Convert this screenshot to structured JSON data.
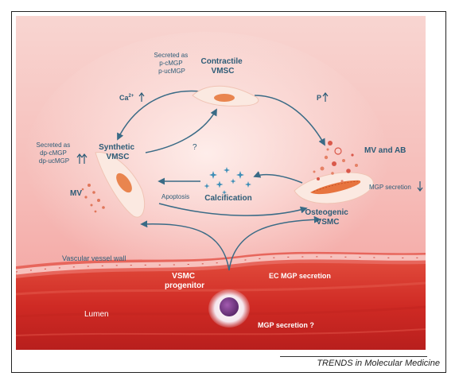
{
  "labels": {
    "contractile": [
      "Contractile",
      "VMSC"
    ],
    "secreted_top": [
      "Secreted as",
      "p-cMGP",
      "p-ucMGP"
    ],
    "ca": "Ca",
    "ca_sup": "2+",
    "p": "P",
    "synthetic": [
      "Synthetic",
      "VMSC"
    ],
    "secreted_left": [
      "Secreted as",
      "dp-cMGP",
      "dp-ucMGP"
    ],
    "question": "?",
    "mv": "MV",
    "mv_ab": "MV and AB",
    "mgp_secretion": "MGP secretion",
    "apoptosis": "Apoptosis",
    "calcification": "Calcification",
    "osteogenic": [
      "Osteogenic",
      "VSMC"
    ],
    "vessel_wall": "Vascular vessel wall",
    "progenitor": [
      "VSMC",
      "progenitor"
    ],
    "ec_mgp": "EC MGP secretion",
    "lumen": "Lumen",
    "mgp_secretion_q": "MGP secretion ?"
  },
  "source": "TRENDS in Molecular Medicine",
  "colors": {
    "arrow": "#3a6b86",
    "label": "#2d5c77",
    "background_top": "#f6c9c6",
    "background_bottom": "#f4a3a2",
    "lumen": "#d9352b",
    "cell": "#fbe9e1",
    "nucleus": "#e9854f"
  }
}
